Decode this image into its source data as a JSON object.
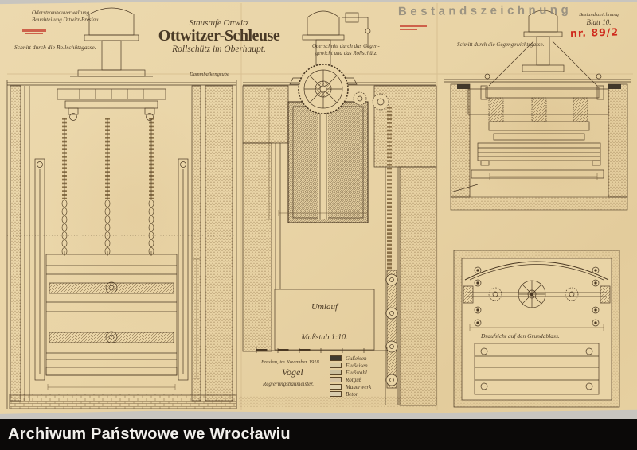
{
  "archive_bar": {
    "label": "Archiwum Państwowe we Wrocławiu"
  },
  "stamps": {
    "bestandszeichnung": "Bestandszeichnung",
    "top_right_small": "Bestandszeichnung",
    "blatt": "Blatt 10.",
    "number_red": "nr. 89/2"
  },
  "header_left": {
    "line1": "Oderstrombauverwaltung",
    "line2": "Bauabteilung Ottwitz-Breslau"
  },
  "title_block": {
    "line1": "Staustufe Ottwitz",
    "line2": "Ottwitzer-Schleuse",
    "line3": "Rollschütz im Oberhaupt."
  },
  "captions": {
    "left_view": "Schnitt durch die Rollschützgasse.",
    "middle_view_line1": "Querschnitt durch das Gegen-",
    "middle_view_line2": "gewicht und das Rollschütz.",
    "right_view": "Schnitt durch die Gegengewichtsgasse.",
    "dammbalken_label": "Dammbalkengrube",
    "umlauf": "Umlauf",
    "massstab": "Maßstab 1:10.",
    "plan_view": "Draufsicht auf den Grundablass."
  },
  "signature": {
    "place_date": "Breslau, im November 1918.",
    "name": "Vogel",
    "title": "Regierungsbaumeister."
  },
  "legend": {
    "items": [
      {
        "label": "Gußeisen",
        "swatch": "#3f3a30"
      },
      {
        "label": "Flußeisen",
        "swatch": "#d8c9a2"
      },
      {
        "label": "Flußstahl",
        "swatch": "#cbbf9f"
      },
      {
        "label": "Rotguß",
        "swatch": "#d6c3a4"
      },
      {
        "label": "Mauerwerk",
        "swatch": "#e0d2b0"
      },
      {
        "label": "Beton",
        "swatch": "#d9cdaf"
      }
    ]
  },
  "colors": {
    "paper": "#e9d4a6",
    "ink": "#4a3823",
    "stamp_red": "#cf2b1d",
    "bar_black": "#0b0908",
    "backdrop_gray": "#c8c5bf"
  }
}
